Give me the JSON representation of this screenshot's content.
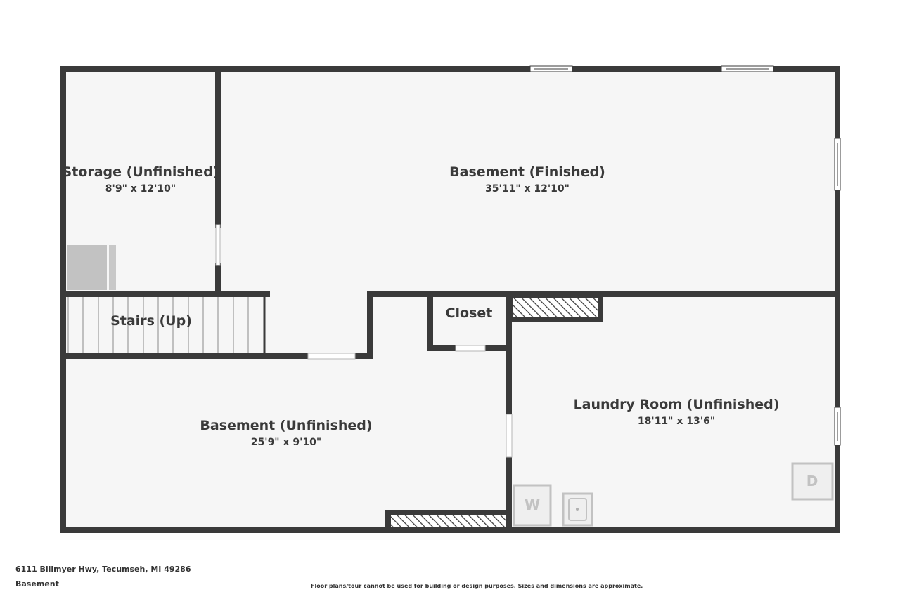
{
  "rooms": {
    "storage": {
      "name": "Storage (Unfinished)",
      "dims": "8'9\" x 12'10\""
    },
    "basement_finished": {
      "name": "Basement (Finished)",
      "dims": "35'11\" x 12'10\""
    },
    "stairs": {
      "name": "Stairs (Up)"
    },
    "closet": {
      "name": "Closet"
    },
    "basement_unfinished": {
      "name": "Basement (Unfinished)",
      "dims": "25'9\" x 9'10\""
    },
    "laundry": {
      "name": "Laundry Room (Unfinished)",
      "dims": "18'11\" x 13'6\""
    }
  },
  "appliances": {
    "washer": "W",
    "dryer": "D"
  },
  "footer": {
    "address": "6111 Billmyer Hwy, Tecumseh, MI 49286",
    "level": "Basement",
    "disclaimer": "Floor plans/tour cannot be used for building or design purposes. Sizes and dimensions are approximate."
  },
  "colors": {
    "wall": "#3a3a3a",
    "floor": "#f6f6f6",
    "fixture": "#c2c2c2"
  }
}
